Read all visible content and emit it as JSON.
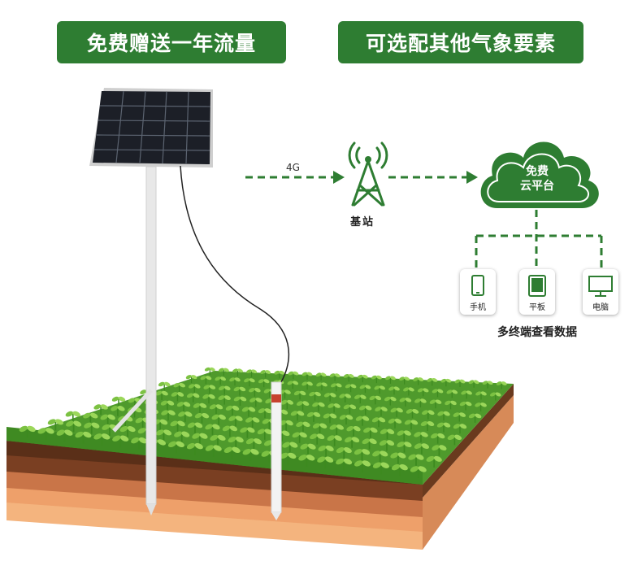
{
  "banners": {
    "left": "免费赠送一年流量",
    "right": "可选配其他气象要素"
  },
  "network": {
    "signal_label": "4G",
    "base_station_label": "基站",
    "cloud_line1": "免费",
    "cloud_line2": "云平台"
  },
  "devices": {
    "phone": "手机",
    "tablet": "平板",
    "computer": "电脑"
  },
  "terminals_caption": "多终端查看数据",
  "colors": {
    "brand_green": "#2e7d32",
    "grass": "#4f9a2c",
    "soil_dark": "#7a3f22",
    "soil_light": "#f2b07a"
  }
}
